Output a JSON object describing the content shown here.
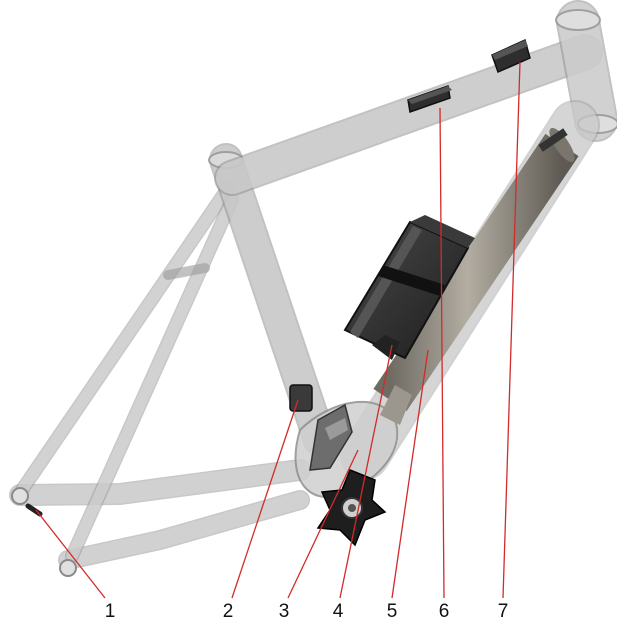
{
  "figure": {
    "callouts": [
      {
        "number": "1"
      },
      {
        "number": "2"
      },
      {
        "number": "3"
      },
      {
        "number": "4"
      },
      {
        "number": "5"
      },
      {
        "number": "6"
      },
      {
        "number": "7"
      }
    ]
  },
  "colors": {
    "frame_tube": "#c3c3c3",
    "frame_outline": "#9a9a9a",
    "downtube_metal": "#8f8a80",
    "battery_dark": "#2b2b2b",
    "component_dark": "#3a3a3a",
    "leader_line": "#d32a2a",
    "label_text": "#111111",
    "background": "#ffffff"
  }
}
